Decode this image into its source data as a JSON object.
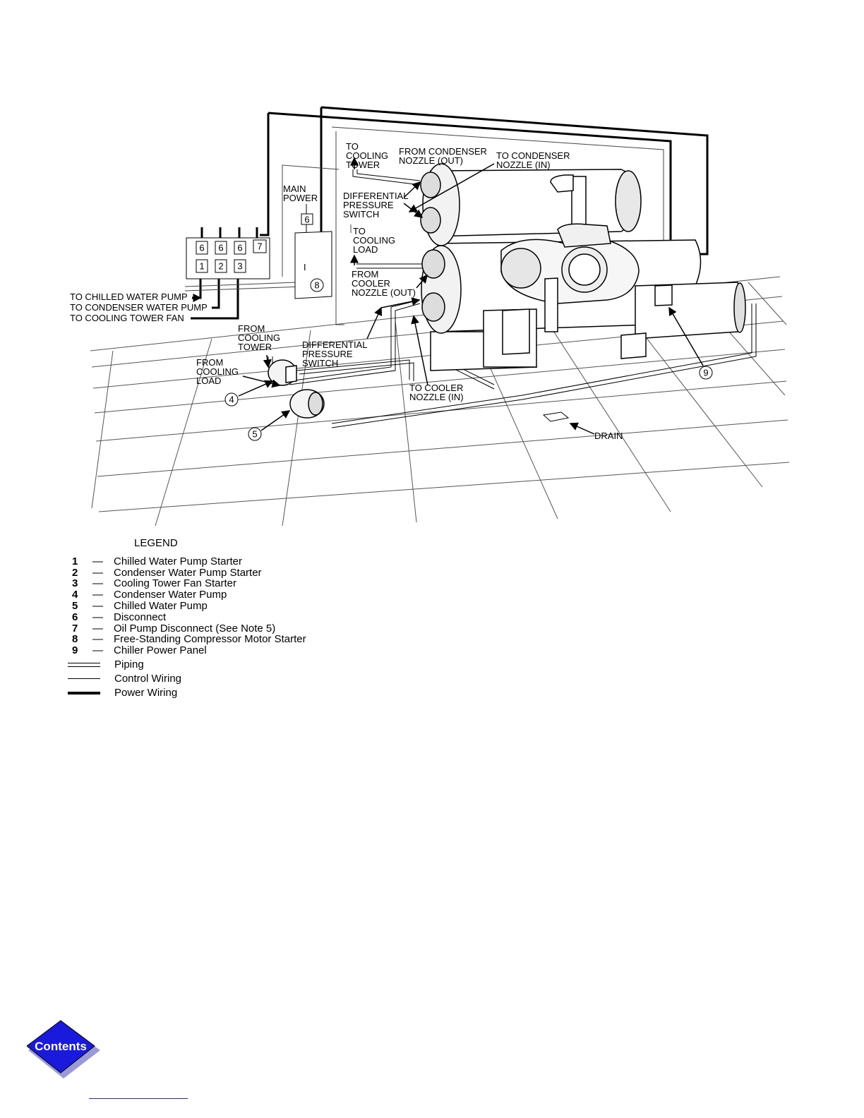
{
  "diagram": {
    "labels": {
      "to_cooling_tower_top": [
        "TO",
        "COOLING",
        "TOWER"
      ],
      "from_condenser_nozzle_out": [
        "FROM CONDENSER",
        "NOZZLE (OUT)"
      ],
      "to_condenser_nozzle_in": [
        "TO CONDENSER",
        "NOZZLE (IN)"
      ],
      "main_power": [
        "MAIN",
        "POWER"
      ],
      "differential_pressure_switch_top": [
        "DIFFERENTIAL",
        "PRESSURE",
        "SWITCH"
      ],
      "to_cooling_load": [
        "TO",
        "COOLING",
        "LOAD"
      ],
      "from_cooler_nozzle_out": [
        "FROM",
        "COOLER",
        "NOZZLE (OUT)"
      ],
      "to_chilled_water_pump": "TO CHILLED WATER PUMP",
      "to_condenser_water_pump": "TO CONDENSER WATER PUMP",
      "to_cooling_tower_fan": "TO COOLING TOWER FAN",
      "from_cooling_tower": [
        "FROM",
        "COOLING",
        "TOWER"
      ],
      "from_cooling_load": [
        "FROM",
        "COOLING",
        "LOAD"
      ],
      "differential_pressure_switch_bottom": [
        "DIFFERENTIAL",
        "PRESSURE",
        "SWITCH"
      ],
      "to_cooler_nozzle_in": [
        "TO COOLER",
        "NOZZLE (IN)"
      ],
      "drain": "DRAIN"
    },
    "starter_boxes": {
      "disconnects": [
        "6",
        "6",
        "6"
      ],
      "oil_disconnect": "7",
      "starters": [
        "1",
        "2",
        "3"
      ]
    },
    "main_power_disconnect": "6",
    "motor_starter_mark": "I",
    "callouts": {
      "motor_starter": "8",
      "condenser_pump": "4",
      "chilled_pump": "5",
      "power_panel": "9"
    }
  },
  "legend": {
    "title": "LEGEND",
    "items": [
      {
        "num": "1",
        "desc": "Chilled Water Pump Starter"
      },
      {
        "num": "2",
        "desc": "Condenser Water Pump Starter"
      },
      {
        "num": "3",
        "desc": "Cooling Tower Fan Starter"
      },
      {
        "num": "4",
        "desc": "Condenser Water Pump"
      },
      {
        "num": "5",
        "desc": "Chilled Water Pump"
      },
      {
        "num": "6",
        "desc": "Disconnect"
      },
      {
        "num": "7",
        "desc": "Oil Pump Disconnect (See Note 5)"
      },
      {
        "num": "8",
        "desc": "Free-Standing Compressor Motor Starter"
      },
      {
        "num": "9",
        "desc": "Chiller Power Panel"
      }
    ],
    "line_types": [
      {
        "key": "piping",
        "label": "Piping"
      },
      {
        "key": "control",
        "label": "Control Wiring"
      },
      {
        "key": "power",
        "label": "Power Wiring"
      }
    ]
  },
  "contents_button": {
    "label": "Contents"
  },
  "colors": {
    "contents_fill": "#1a1adc",
    "contents_text": "#ffffff",
    "link_line": "#2a2aa0"
  }
}
